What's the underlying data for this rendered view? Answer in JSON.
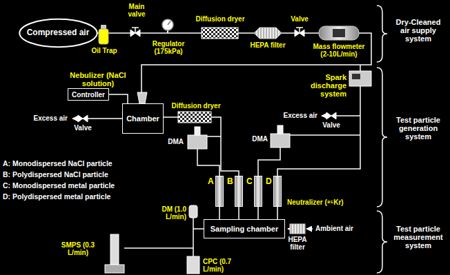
{
  "diagram": {
    "nodes": [
      {
        "text": [
          "Compressed air"
        ]
      },
      {
        "text": [
          "Controller"
        ]
      },
      {
        "text": [
          "Chamber"
        ]
      },
      {
        "text": [
          "A"
        ]
      },
      {
        "text": [
          "B"
        ]
      },
      {
        "text": [
          "C"
        ]
      },
      {
        "text": [
          "D"
        ]
      },
      {
        "text": [
          "Sampling chamber"
        ]
      }
    ],
    "edges": [
      {
        "from": 1,
        "to": 2,
        "arrow": "none"
      },
      {
        "from": 3,
        "to": 7,
        "arrow": "none"
      },
      {
        "from": 4,
        "to": 7,
        "arrow": "none"
      },
      {
        "from": 5,
        "to": 7,
        "arrow": "none"
      },
      {
        "from": 6,
        "to": 7,
        "arrow": "none"
      }
    ],
    "labels": [
      "Main valve",
      "Oil Trap",
      "Regulator (175kPa)",
      "Diffusion dryer",
      "HEPA filter",
      "Valve",
      "Mass flowmeter (2-10L/min)",
      "Dry-Cleaned air supply system",
      "Nebulizer (NaCl solution)",
      "Excess air",
      "Valve",
      "Diffusion dryer",
      "DMA",
      "Spark discharge system",
      "Excess air",
      "Valve",
      "DMA",
      "Test particle generation system",
      "A: Monodispersed NaCl particle",
      "B: Polydispersed NaCl particle",
      "C: Monodispersed metal particle",
      "D: Polydispersed metal particle",
      "Neutralizer (⁸⁵Kr)",
      "Ambient air",
      "HEPA filter",
      "DM (1.0 L/min)",
      "SMPS (0.3 L/min)",
      "CPC (0.7 L/min)",
      "Test particle measurement system"
    ]
  }
}
